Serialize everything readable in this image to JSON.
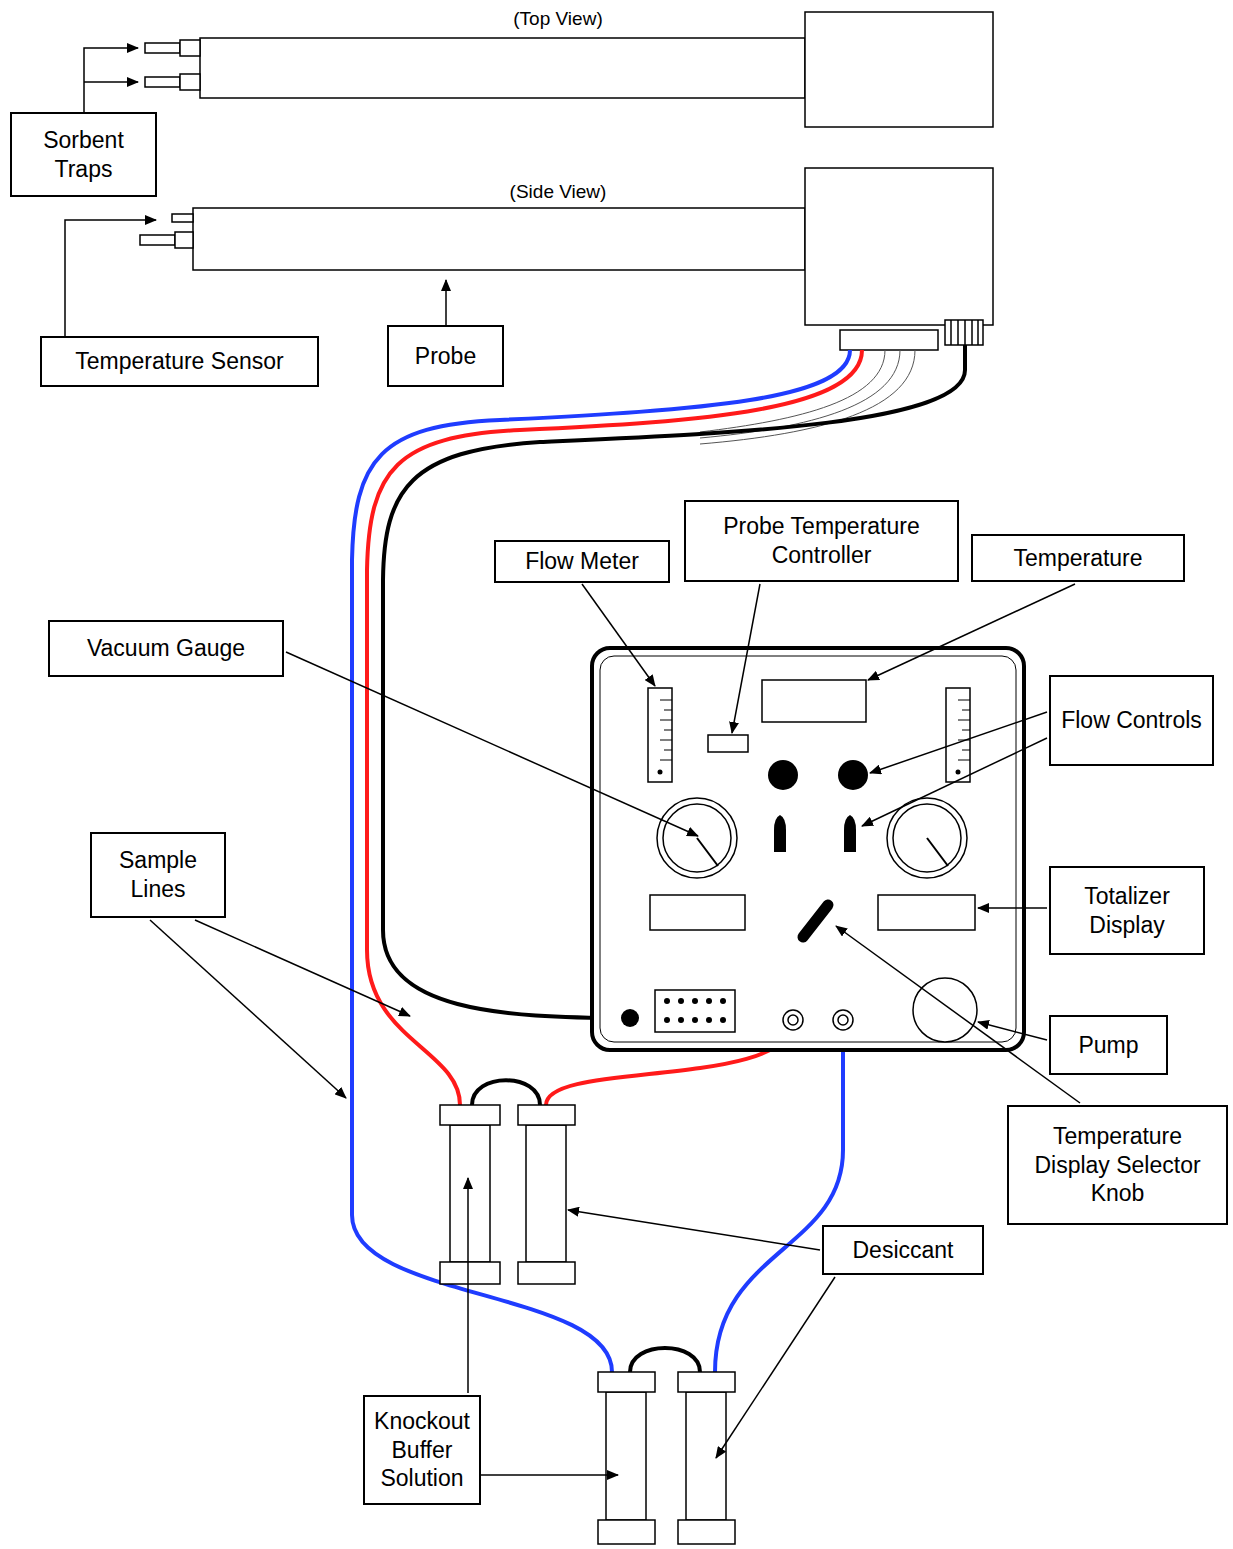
{
  "diagram": {
    "nodes": [
      {
        "text": [
          "Sorbent Traps"
        ]
      },
      {
        "text": [
          "Temperature Sensor"
        ]
      },
      {
        "text": [
          "Probe"
        ]
      },
      {
        "text": [
          "Flow Meter"
        ]
      },
      {
        "text": [
          "Probe Temperature Controller"
        ]
      },
      {
        "text": [
          "Temperature"
        ]
      },
      {
        "text": [
          "Vacuum Gauge"
        ]
      },
      {
        "text": [
          "Flow Controls"
        ]
      },
      {
        "text": [
          "Sample Lines"
        ]
      },
      {
        "text": [
          "Totalizer Display"
        ]
      },
      {
        "text": [
          "Pump"
        ]
      },
      {
        "text": [
          "Temperature Display Selector Knob"
        ]
      },
      {
        "text": [
          "Desiccant"
        ]
      },
      {
        "text": [
          "Knockout Buffer Solution"
        ]
      }
    ],
    "labels": [
      "(Top View)",
      "(Side View)"
    ]
  }
}
